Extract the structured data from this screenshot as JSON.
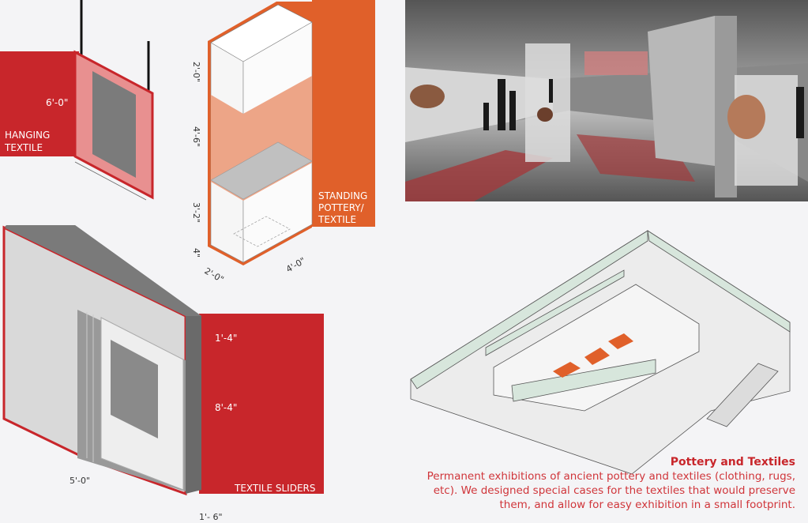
{
  "hanging_textile": {
    "label_line1": "HANGING",
    "label_line2": "TEXTILE",
    "height_dim": "6'-0\""
  },
  "standing_case": {
    "label_line1": "STANDING",
    "label_line2": "POTTERY/",
    "label_line3": "TEXTILE",
    "dims": [
      "2'-0\"",
      "4'-6\"",
      "3'-2\"",
      "4\""
    ],
    "depth_dim": "2'-0\"",
    "width_dim": "4'-0\""
  },
  "textile_sliders": {
    "label": "TEXTILE SLIDERS",
    "dims": [
      "1'-4\"",
      "8'-4\""
    ],
    "width_dim": "5'-0\"",
    "depth_dim": "1'- 6\""
  },
  "description": {
    "title": "Pottery and Textiles",
    "body": "Permanent exhibitions of ancient pottery and textiles (clothing, rugs, etc). We designed special cases for the textiles that would preserve them, and allow for easy exhibition in a small footprint."
  },
  "colors": {
    "red": "#c8262b",
    "orange": "#e0602a",
    "pink": "#e89090",
    "background": "#f4f4f6"
  }
}
